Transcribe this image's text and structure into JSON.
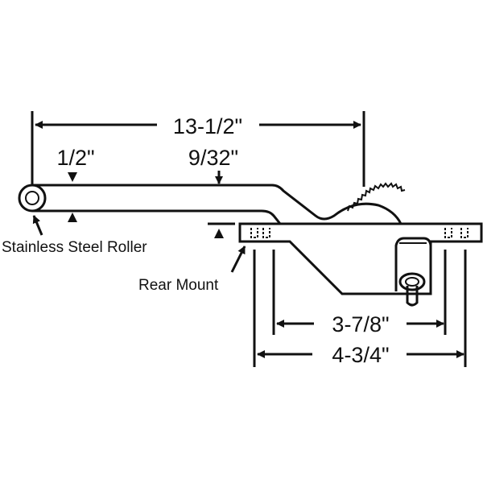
{
  "dimensions": {
    "overall_length": "13-1/2\"",
    "arm_width": "1/2\"",
    "offset": "9/32\"",
    "mount_hole_spacing": "3-7/8\"",
    "base_length": "4-3/4\""
  },
  "labels": {
    "roller": "Stainless Steel Roller",
    "rear_mount": "Rear Mount"
  }
}
